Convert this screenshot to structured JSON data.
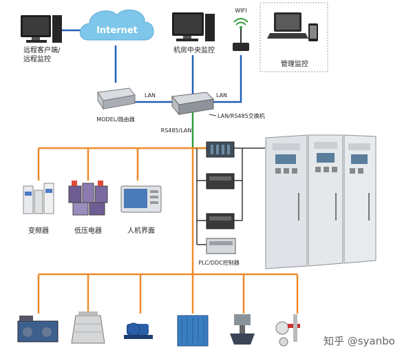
{
  "cloud": {
    "label": "Internet"
  },
  "nodes": {
    "remote_client": "远程客户端/\n远程监控",
    "control_room": "机房中央监控",
    "wifi": "WIFI",
    "management": "管理监控",
    "router": "MODEL/路由器",
    "switch": "LAN/RS485交换机",
    "bus": "RS485/LAN",
    "vfd": "变频器",
    "low_voltage": "低压电器",
    "hmi": "人机界面",
    "plc": "PLC/DDC控制器"
  },
  "links": {
    "lan_left": "LAN",
    "lan_right": "LAN"
  },
  "watermark": "知乎 @syanbo",
  "colors": {
    "bus_orange": "#f08a2a",
    "net_blue": "#1f5fb5",
    "green": "#2f9a3a",
    "cloud": "#7ec7ea",
    "cabinet": "#dfe3e7"
  }
}
